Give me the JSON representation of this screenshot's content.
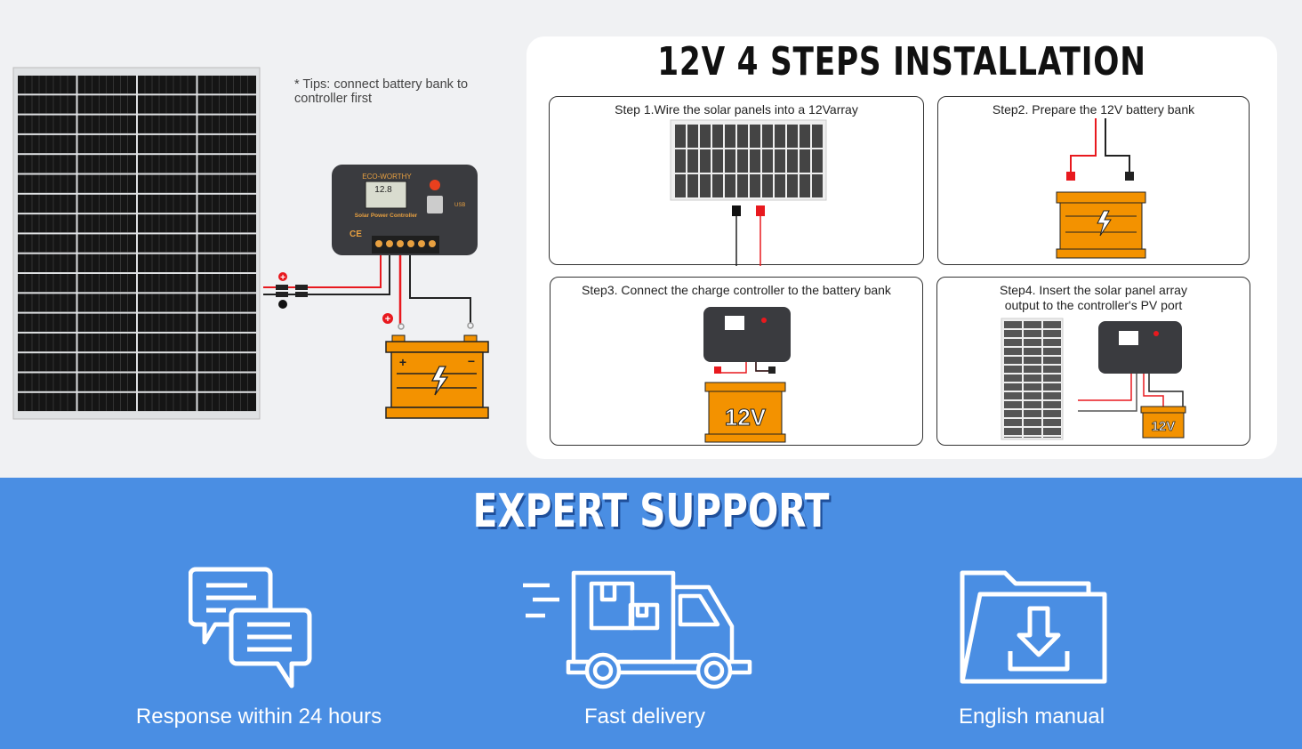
{
  "left_diagram": {
    "tip": "* Tips: connect battery bank to controller first",
    "controller_brand": "ECO-WORTHY",
    "controller_label": "Solar Power Controller",
    "lcd_value": "12.8",
    "usb_label": "USB",
    "ce_mark": "CE"
  },
  "installation": {
    "title": "12V 4 STEPS INSTALLATION",
    "steps": [
      {
        "caption": "Step 1.Wire the solar panels into a 12Varray"
      },
      {
        "caption": "Step2. Prepare the 12V battery bank"
      },
      {
        "caption": "Step3. Connect the charge controller to the battery bank",
        "battery_label": "12V"
      },
      {
        "caption": "Step4. Insert the solar panel array output to the controller's PV port",
        "battery_label": "12V"
      }
    ]
  },
  "support": {
    "title": "EXPERT SUPPORT",
    "features": [
      {
        "icon": "chat-bubbles-icon",
        "label": "Response within 24 hours"
      },
      {
        "icon": "delivery-truck-icon",
        "label": "Fast delivery"
      },
      {
        "icon": "folder-download-icon",
        "label": "English manual"
      }
    ]
  },
  "colors": {
    "band": "#4a8ee3",
    "battery": "#f39200",
    "wire_positive": "#e8191e",
    "controller": "#3a3b3f"
  }
}
